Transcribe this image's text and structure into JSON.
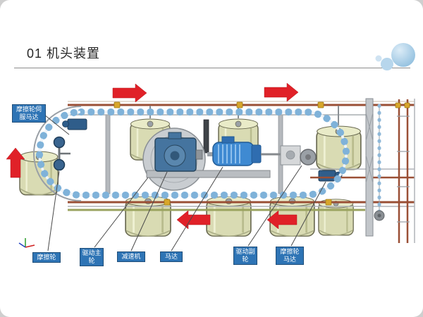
{
  "slide": {
    "title": "01 机头装置",
    "corner_color": "#cfcfcf",
    "divider_color": "#8c8c8c"
  },
  "decor": {
    "bubble_color": "#a9cde8"
  },
  "callouts": [
    {
      "id": "friction-wheel-servo-motor",
      "text": "摩擦轮伺服马达"
    },
    {
      "id": "friction-wheel",
      "text": "摩擦轮"
    },
    {
      "id": "drive-main-wheel",
      "text": "驱动主轮"
    },
    {
      "id": "reducer",
      "text": "减速机"
    },
    {
      "id": "motor",
      "text": "马达"
    },
    {
      "id": "drive-sub-wheel",
      "text": "驱动副轮"
    },
    {
      "id": "friction-wheel-motor",
      "text": "摩擦轮马达"
    }
  ],
  "diagram": {
    "type": "engineering-assembly-diagram",
    "arrows": [
      {
        "direction": "right",
        "position": "top-left"
      },
      {
        "direction": "right",
        "position": "top-right"
      },
      {
        "direction": "up",
        "position": "left"
      },
      {
        "direction": "left",
        "position": "bottom-center"
      },
      {
        "direction": "left",
        "position": "bottom-right"
      }
    ],
    "colors": {
      "callout_bg": "#2e74b5",
      "callout_text": "#ffffff",
      "arrow_red": "#e02128",
      "drum_beige": "#d9dbb3",
      "roller_blue": "#7fb2d9",
      "motor_blue": "#3f8ad2",
      "rail_brown": "#9a4f35",
      "frame_gray": "#b9bdc1"
    }
  }
}
